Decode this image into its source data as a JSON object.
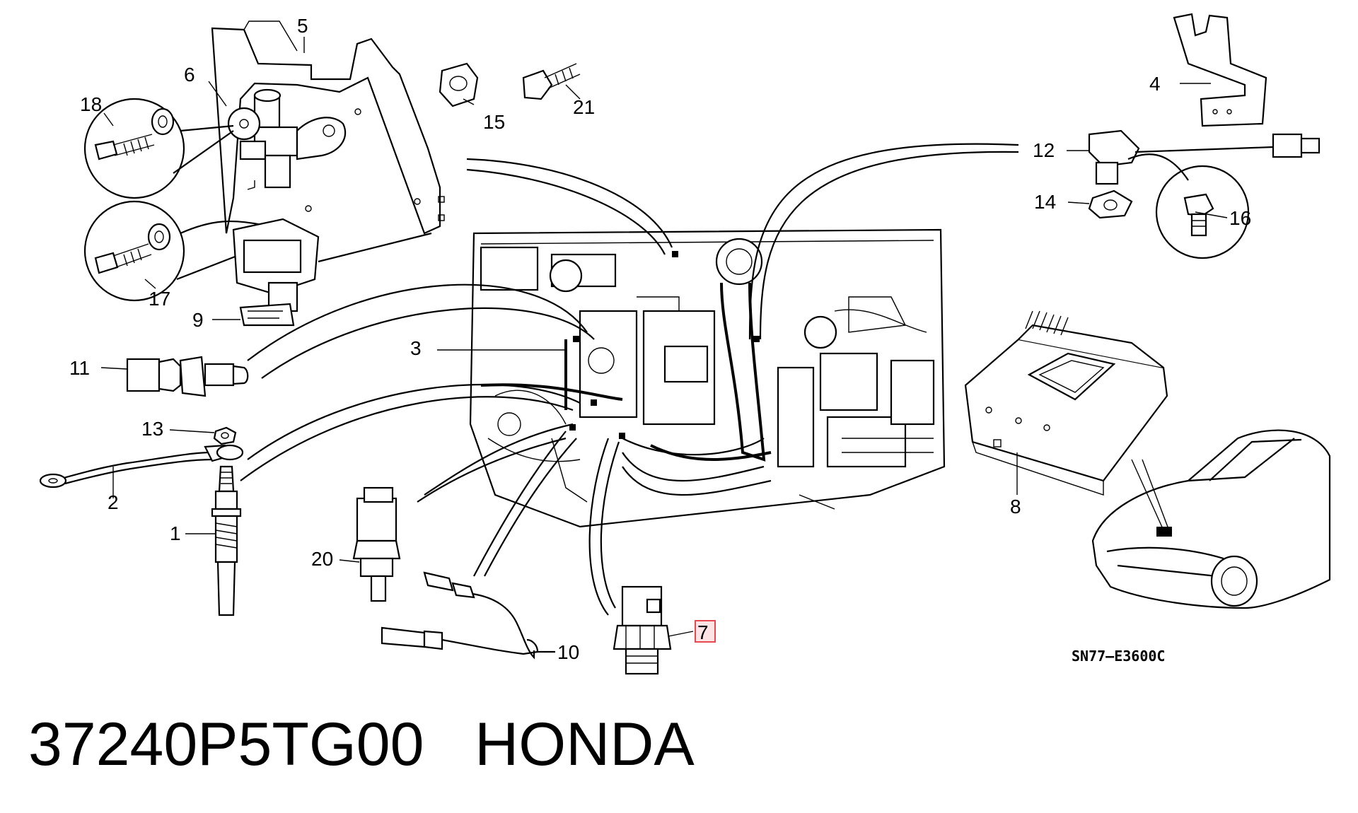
{
  "diagram": {
    "callouts": {
      "c1": "1",
      "c2": "2",
      "c3": "3",
      "c4": "4",
      "c5": "5",
      "c6": "6",
      "c7": "7",
      "c8": "8",
      "c9": "9",
      "c10": "10",
      "c11": "11",
      "c12": "12",
      "c13": "13",
      "c14": "14",
      "c15": "15",
      "c16": "16",
      "c17": "17",
      "c18": "18",
      "c20": "20",
      "c21": "21"
    },
    "code": "SN77–E3600C",
    "highlight_color": "#e8484f"
  },
  "caption": {
    "part_number": "37240P5TG00",
    "brand": "HONDA"
  }
}
